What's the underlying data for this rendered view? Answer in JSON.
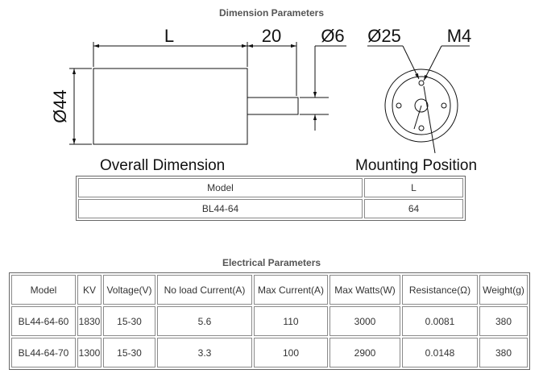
{
  "dimension_title": "Dimension Parameters",
  "drawing": {
    "label_L": "L",
    "label_20": "20",
    "label_shaft": "Ø6",
    "label_diameter": "Ø44",
    "label_bolt_circle": "Ø25",
    "label_thread": "M4"
  },
  "caption_overall": "Overall Dimension",
  "caption_mounting": "Mounting Position",
  "dim_table": {
    "headers": [
      "Model",
      "L"
    ],
    "rows": [
      [
        "BL44-64",
        "64"
      ]
    ]
  },
  "electrical_title": "Electrical Parameters",
  "elec_table": {
    "headers": [
      "Model",
      "KV",
      "Voltage(V)",
      "No load Current(A)",
      "Max Current(A)",
      "Max Watts(W)",
      "Resistance(Ω)",
      "Weight(g)"
    ],
    "rows": [
      [
        "BL44-64-60",
        "1830",
        "15-30",
        "5.6",
        "110",
        "3000",
        "0.0081",
        "380"
      ],
      [
        "BL44-64-70",
        "1300",
        "15-30",
        "3.3",
        "100",
        "2900",
        "0.0148",
        "380"
      ]
    ]
  }
}
